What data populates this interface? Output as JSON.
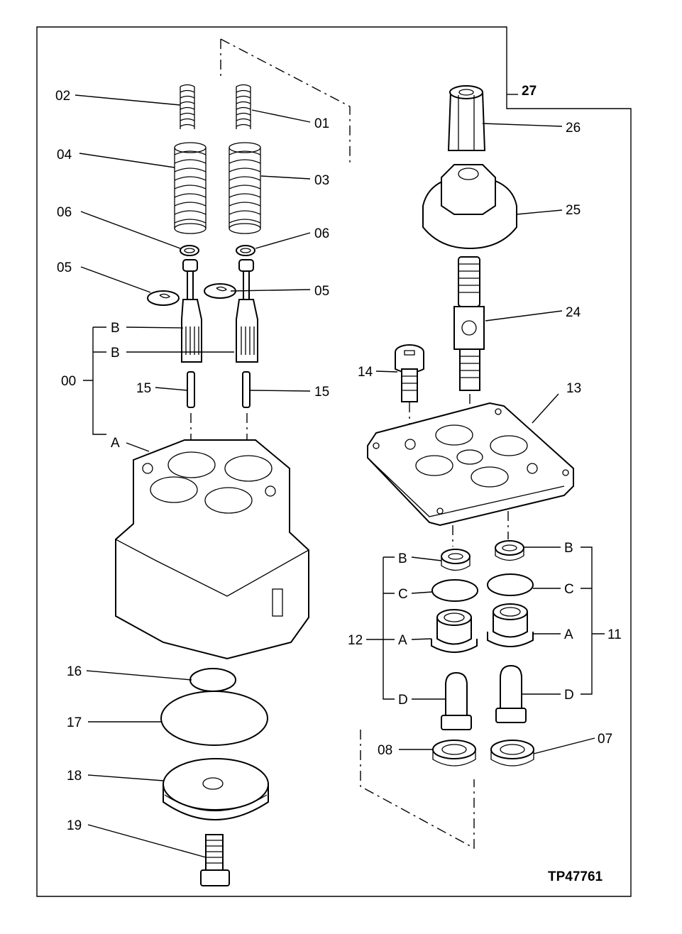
{
  "figure_id": "TP47761",
  "callouts": {
    "c01": "01",
    "c02": "02",
    "c03": "03",
    "c04": "04",
    "c05a": "05",
    "c05b": "05",
    "c06a": "06",
    "c06b": "06",
    "c00": "00",
    "cB1": "B",
    "cB2": "B",
    "c15a": "15",
    "c15b": "15",
    "cA": "A",
    "c14": "14",
    "c13": "13",
    "c24": "24",
    "c25": "25",
    "c26": "26",
    "c27": "27",
    "c16": "16",
    "c17": "17",
    "c18": "18",
    "c19": "19",
    "c12": "12",
    "c11": "11",
    "c12B": "B",
    "c12C": "C",
    "c12A": "A",
    "c12D": "D",
    "c11B": "B",
    "c11C": "C",
    "c11A": "A",
    "c11D": "D",
    "c08": "08",
    "c07": "07"
  }
}
